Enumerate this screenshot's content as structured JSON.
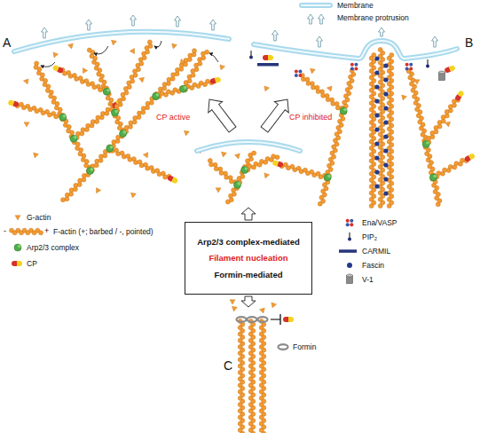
{
  "diagram": {
    "nodes": [
      {
        "text": [
          "Arp2/3 complex-mediated",
          "Filament nucleation",
          "Formin-mediated"
        ]
      }
    ],
    "labels": [
      "A",
      "B",
      "C",
      "CP active",
      "CP inhibited",
      "-",
      "+"
    ],
    "legend": [
      {
        "text": "Membrane"
      },
      {
        "text": "Membrane protrusion"
      },
      {
        "text": "G-actin"
      },
      {
        "text": "F-actin (+; barbed / -, pointed)"
      },
      {
        "text": "Arp2/3 complex"
      },
      {
        "text": "CP"
      },
      {
        "text": "Ena/VASP"
      },
      {
        "text": "PIP₂"
      },
      {
        "text": "CARMIL"
      },
      {
        "text": "Fascin"
      },
      {
        "text": "V-1"
      },
      {
        "text": "Formin"
      }
    ]
  }
}
